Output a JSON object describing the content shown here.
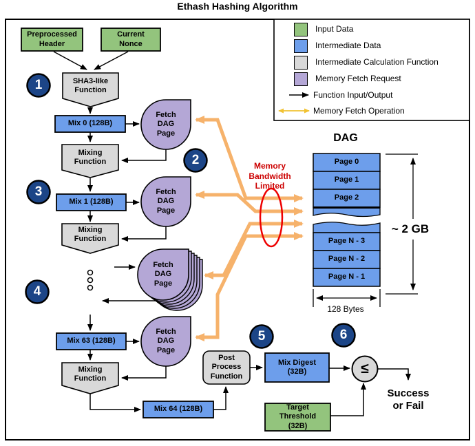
{
  "title": "Ethash Hashing Algorithm",
  "colors": {
    "input_green": "#93c47d",
    "intermediate_blue": "#6d9eeb",
    "calc_gray": "#d9d9d9",
    "fetch_purple": "#b4a7d6",
    "step_circle_navy": "#1c4587",
    "memory_fetch_orange": "#f6b26b",
    "legend_fetch_yellow": "#f1c232",
    "warning_red": "#cc0000"
  },
  "legend": {
    "items": [
      {
        "label": "Input Data",
        "color": "#93c47d"
      },
      {
        "label": "Intermediate Data",
        "color": "#6d9eeb"
      },
      {
        "label": "Intermediate Calculation Function",
        "color": "#d9d9d9"
      },
      {
        "label": "Memory Fetch Request",
        "color": "#b4a7d6"
      },
      {
        "label": "Function Input/Output",
        "type": "black-arrow"
      },
      {
        "label": "Memory Fetch Operation",
        "type": "yellow-double-arrow"
      }
    ]
  },
  "steps": [
    "1",
    "2",
    "3",
    "4",
    "5",
    "6"
  ],
  "nodes": {
    "preprocessed_header": "Preprocessed\nHeader",
    "current_nonce": "Current\nNonce",
    "sha3_function": "SHA3-like\nFunction",
    "mix0": "Mix 0 (128B)",
    "mix1": "Mix 1 (128B)",
    "mix63": "Mix 63 (128B)",
    "mix64": "Mix 64 (128B)",
    "mixing_function": "Mixing\nFunction",
    "fetch_dag_page": "Fetch\nDAG\nPage",
    "post_process": "Post\nProcess\nFunction",
    "mix_digest": "Mix Digest\n(32B)",
    "target_threshold": "Target\nThreshold\n(32B)",
    "comparator": "≤"
  },
  "dag": {
    "title": "DAG",
    "pages": [
      "Page 0",
      "Page 1",
      "Page 2",
      "Page N - 3",
      "Page N - 2",
      "Page N - 1"
    ],
    "size_label": "~ 2 GB",
    "row_width_label": "128 Bytes"
  },
  "annotations": {
    "bandwidth": "Memory\nBandwidth\nLimited",
    "result": "Success\nor Fail"
  }
}
